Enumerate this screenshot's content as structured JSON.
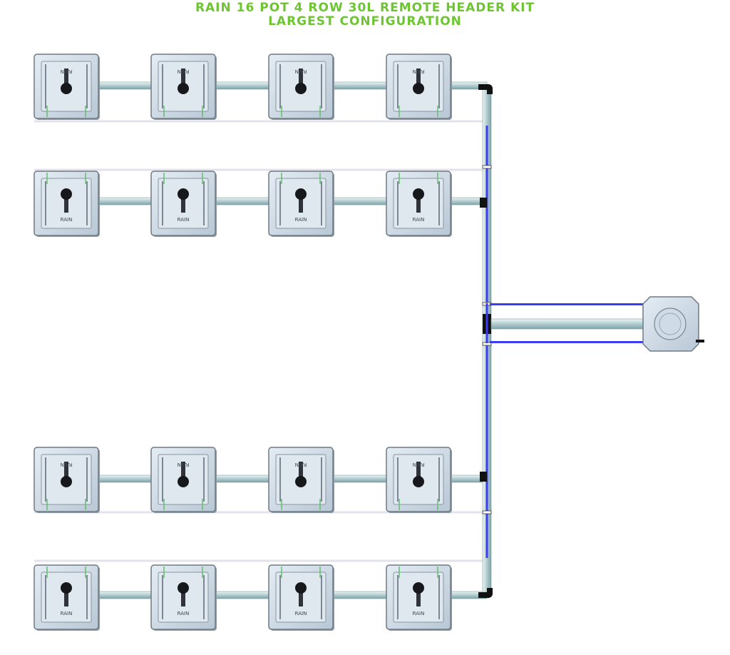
{
  "title": {
    "line1": "RAIN 16 POT 4 ROW 30L REMOTE HEADER KIT",
    "line2": "LARGEST CONFIGURATION"
  },
  "pot_label": "RAIN",
  "rows": [
    {
      "pots": 4,
      "orientation": "flipped"
    },
    {
      "pots": 4,
      "orientation": "upright"
    },
    {
      "pots": 4,
      "orientation": "flipped"
    },
    {
      "pots": 4,
      "orientation": "upright"
    }
  ],
  "colors": {
    "title": "#6cc531",
    "pot_body": "#c9d6e2",
    "pot_border": "#6f7a84",
    "pipe": "#b6d0d3",
    "feed_line": "#3c3cf0",
    "fitting": "#111111",
    "drip_line": "#5fc06a"
  }
}
